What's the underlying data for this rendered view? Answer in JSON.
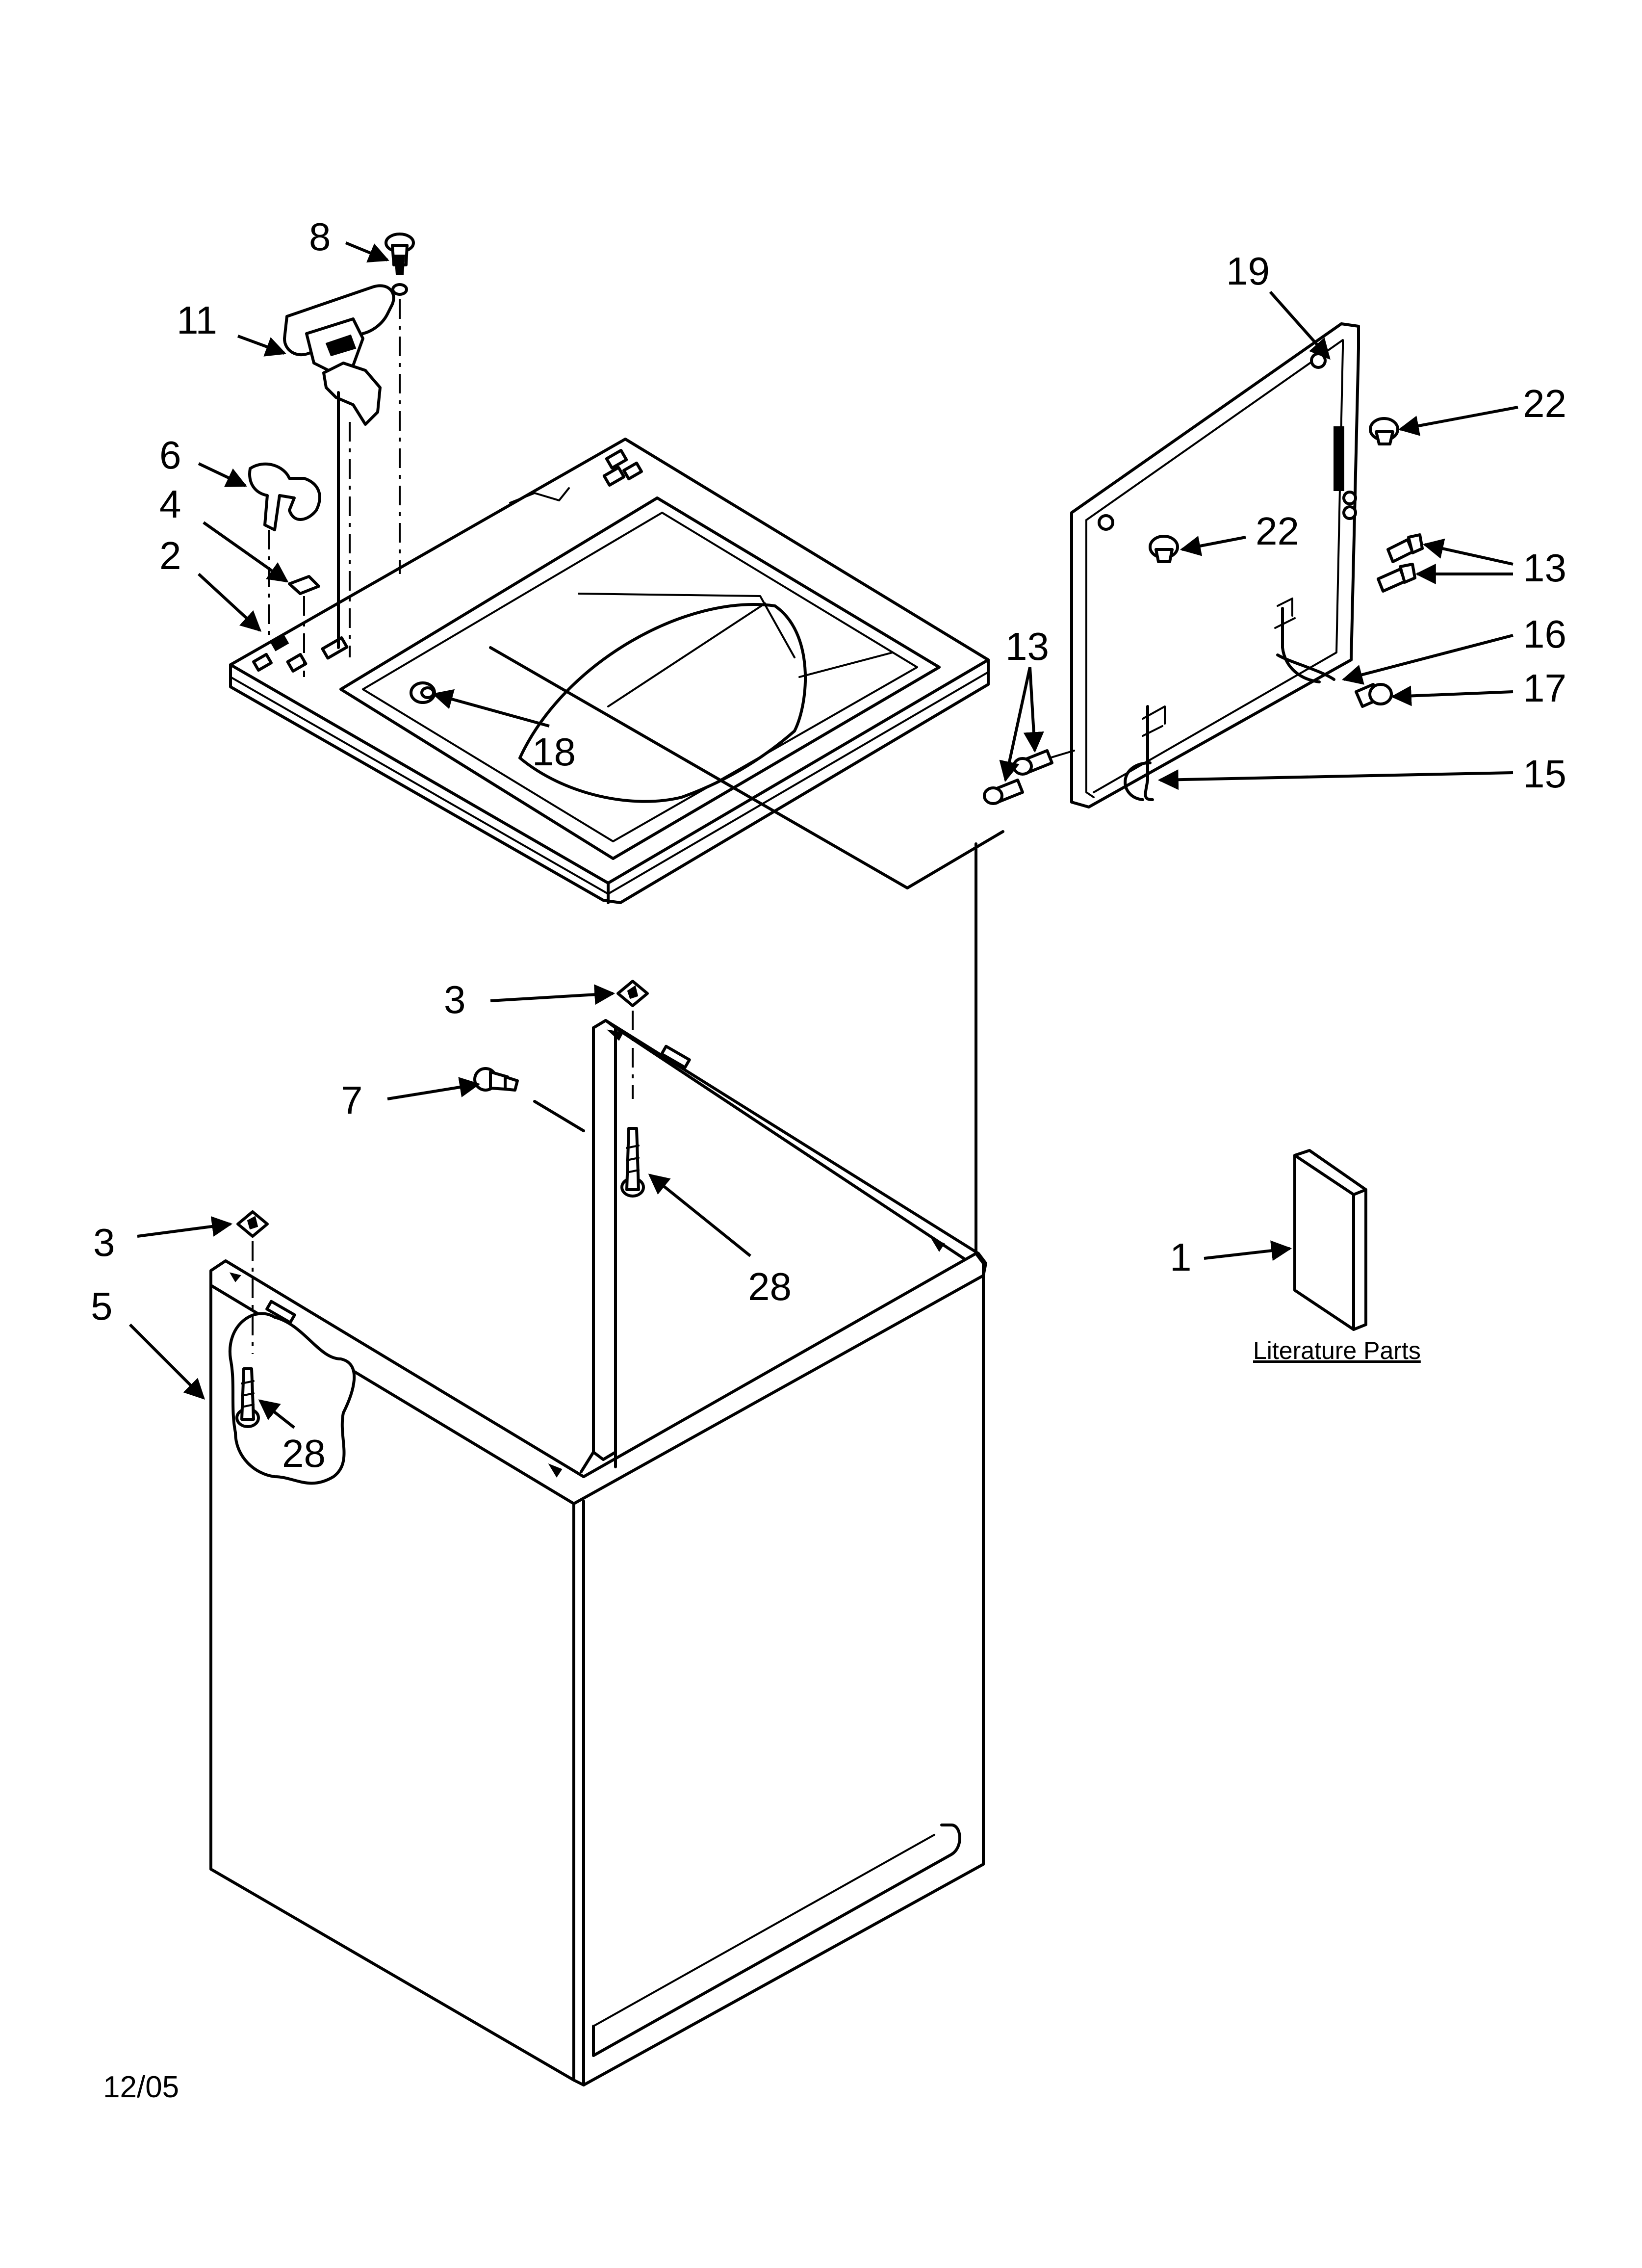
{
  "callouts": [
    {
      "id": "c8",
      "text": "8"
    },
    {
      "id": "c11",
      "text": "11"
    },
    {
      "id": "c6",
      "text": "6"
    },
    {
      "id": "c4",
      "text": "4"
    },
    {
      "id": "c2",
      "text": "2"
    },
    {
      "id": "c18",
      "text": "18"
    },
    {
      "id": "c19",
      "text": "19"
    },
    {
      "id": "c22a",
      "text": "22"
    },
    {
      "id": "c22b",
      "text": "22"
    },
    {
      "id": "c13a",
      "text": "13"
    },
    {
      "id": "c13b",
      "text": "13"
    },
    {
      "id": "c16",
      "text": "16"
    },
    {
      "id": "c17",
      "text": "17"
    },
    {
      "id": "c15",
      "text": "15"
    },
    {
      "id": "c3a",
      "text": "3"
    },
    {
      "id": "c7",
      "text": "7"
    },
    {
      "id": "c28a",
      "text": "28"
    },
    {
      "id": "c3b",
      "text": "3"
    },
    {
      "id": "c5",
      "text": "5"
    },
    {
      "id": "c28b",
      "text": "28"
    },
    {
      "id": "c1",
      "text": "1"
    }
  ],
  "literature_label": "Literature Parts",
  "date_code": "12/05"
}
